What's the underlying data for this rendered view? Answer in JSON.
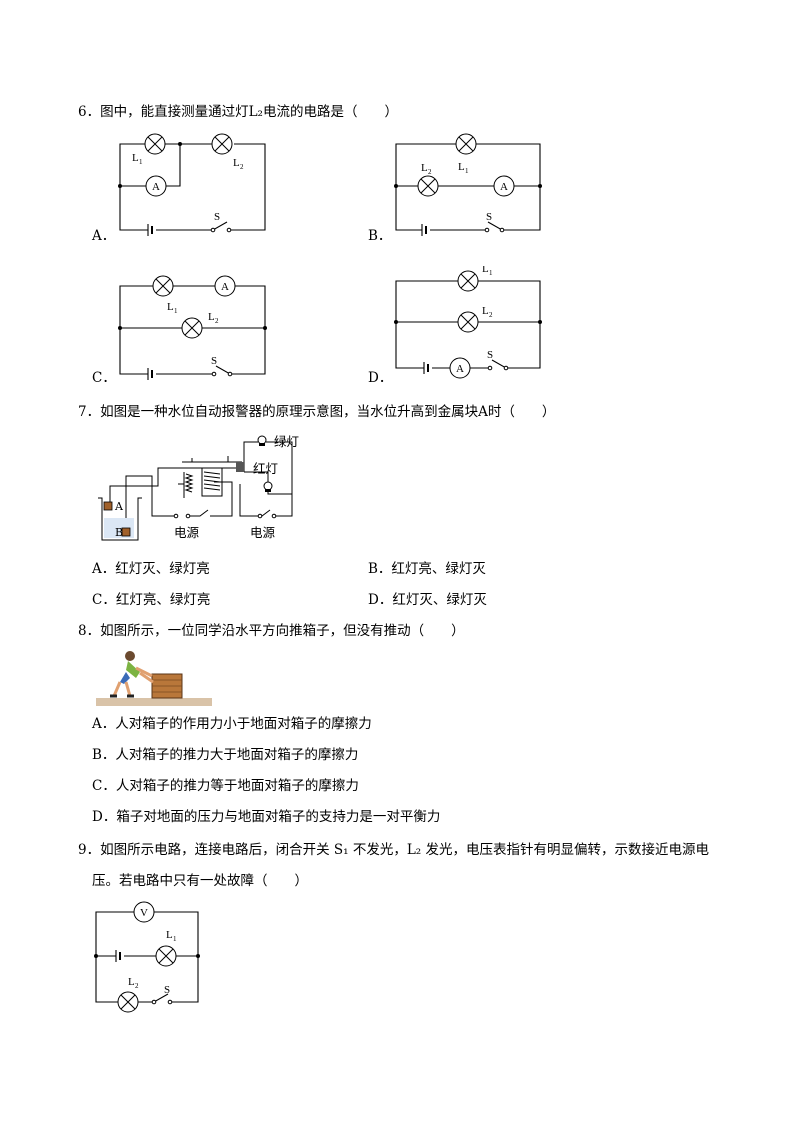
{
  "q6": {
    "stem": "6．图中，能直接测量通过灯L₂电流的电路是（　　）",
    "options": {
      "A": "A．",
      "B": "B．",
      "C": "C．",
      "D": "D．"
    },
    "labels": {
      "L1": "L₁",
      "L2": "L₂",
      "A": "A",
      "S": "S"
    }
  },
  "q7": {
    "stem": "7．如图是一种水位自动报警器的原理示意图，当水位升高到金属块A时（　　）",
    "figure": {
      "green": "绿灯",
      "red": "红灯",
      "power1": "电源",
      "power2": "电源",
      "A": "A",
      "B": "B"
    },
    "options": [
      "A．红灯灭、绿灯亮",
      "B．红灯亮、绿灯灭",
      "C．红灯亮、绿灯亮",
      "D．红灯灭、绿灯灭"
    ]
  },
  "q8": {
    "stem": "8．如图所示，一位同学沿水平方向推箱子，但没有推动（　　）",
    "options": [
      "A．人对箱子的作用力小于地面对箱子的摩擦力",
      "B．人对箱子的推力大于地面对箱子的摩擦力",
      "C．人对箱子的推力等于地面对箱子的摩擦力",
      "D．箱子对地面的压力与地面对箱子的支持力是一对平衡力"
    ]
  },
  "q9": {
    "stem1": "9．如图所示电路，连接电路后，闭合开关 S₁ 不发光，L₂ 发光，电压表指针有明显偏转，示数接近电源电",
    "stem2": "压。若电路中只有一处故障（　　）",
    "labels": {
      "V": "V",
      "L1": "L₁",
      "L2": "L₂",
      "S": "S"
    }
  }
}
